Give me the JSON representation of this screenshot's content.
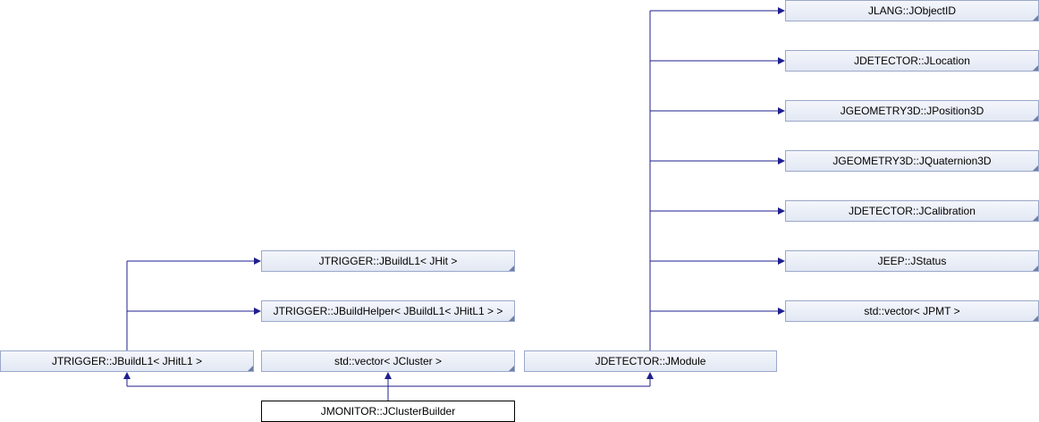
{
  "nodes": {
    "jobjectid": "JLANG::JObjectID",
    "jlocation": "JDETECTOR::JLocation",
    "jposition3d": "JGEOMETRY3D::JPosition3D",
    "jquaternion3d": "JGEOMETRY3D::JQuaternion3D",
    "jcalibration": "JDETECTOR::JCalibration",
    "jstatus": "JEEP::JStatus",
    "vector_jpmt": "std::vector< JPMT >",
    "jbuildl1_jhit": "JTRIGGER::JBuildL1< JHit >",
    "jbuildhelper": "JTRIGGER::JBuildHelper< JBuildL1< JHitL1 > >",
    "jbuildl1_jhitl1": "JTRIGGER::JBuildL1< JHitL1 >",
    "vector_jcluster": "std::vector< JCluster >",
    "jmodule": "JDETECTOR::JModule",
    "jclusterbuilder": "JMONITOR::JClusterBuilder"
  },
  "colors": {
    "edge": "#1f1f8f",
    "node_border": "#9ba8c9",
    "node_fill": "#e2e8f4"
  }
}
